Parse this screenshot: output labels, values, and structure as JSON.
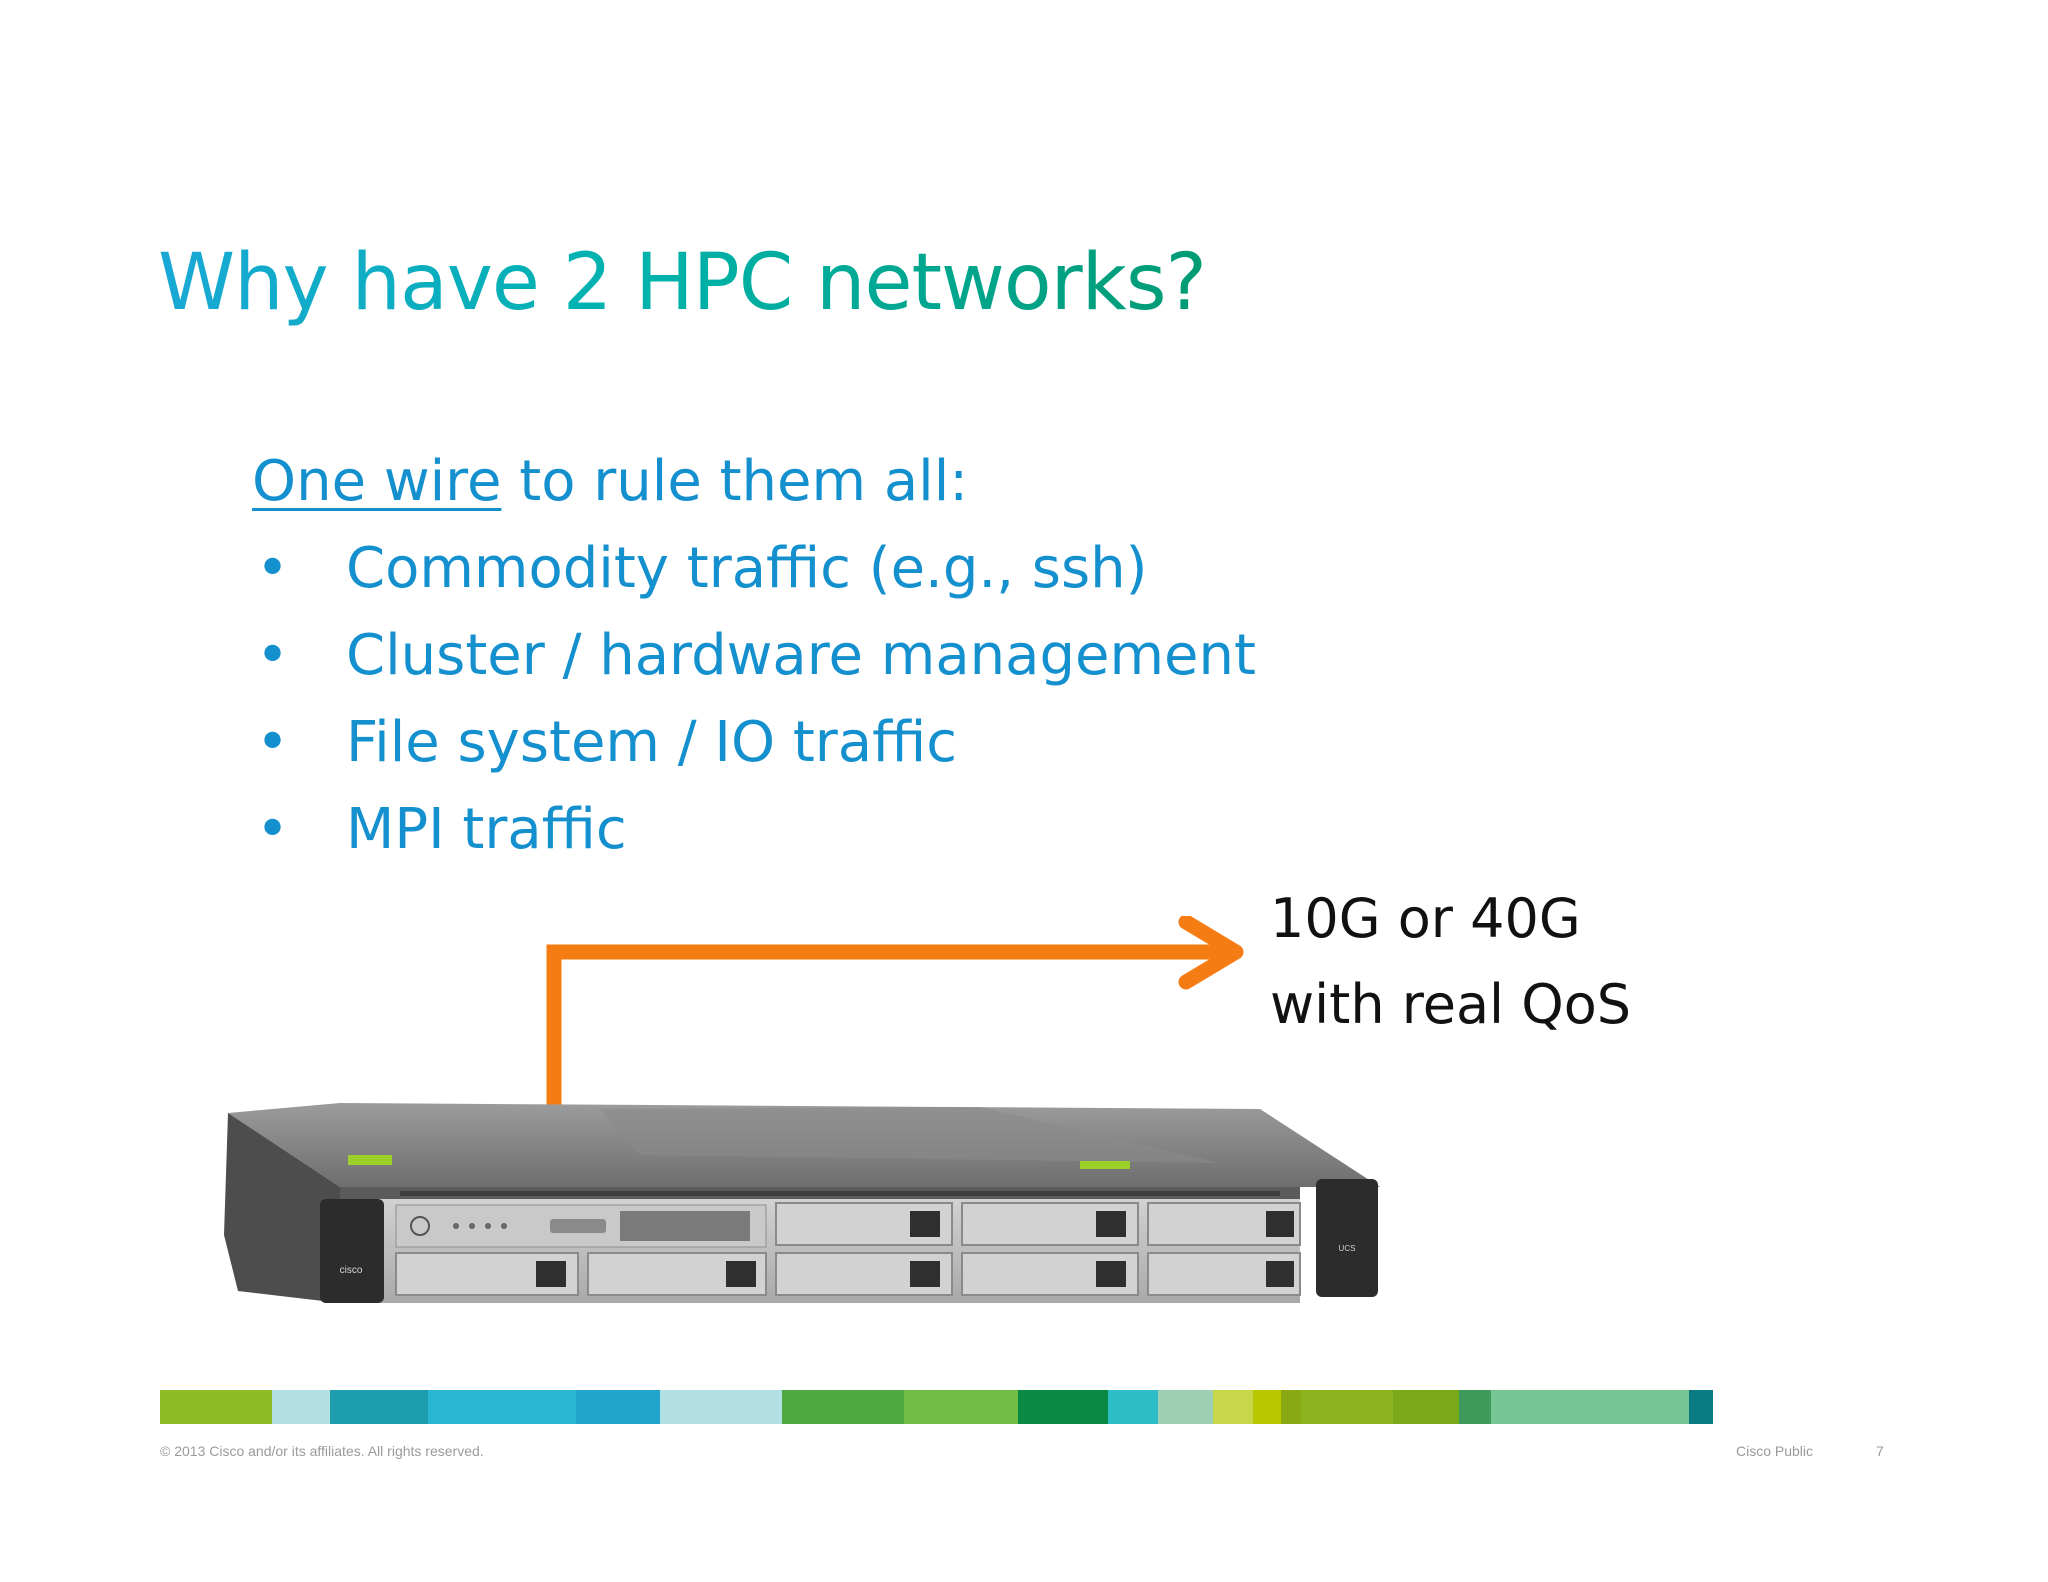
{
  "title": "Why have 2 HPC networks?",
  "lead": {
    "underlined": "One wire",
    "rest": " to rule them all:"
  },
  "bullets": [
    "Commodity traffic (e.g., ssh)",
    "Cluster / hardware management",
    "File system / IO traffic",
    "MPI traffic"
  ],
  "bullet_glyph": "•",
  "callout": {
    "line1": "10G or 40G",
    "line2": "with real QoS"
  },
  "server": {
    "brand": "cisco",
    "model": "UCS"
  },
  "footer": {
    "copyright": "© 2013 Cisco and/or its affiliates. All rights reserved.",
    "classification": "Cisco Public",
    "page_number": "7"
  },
  "colors": {
    "title_start": "#19a8d6",
    "title_end": "#009b74",
    "body_text": "#1590cf",
    "arrow": "#f47c12"
  },
  "colorbar": [
    "#8dbb25",
    "#b2e0e3",
    "#1e9dae",
    "#29b6d3",
    "#1fa4cc",
    "#b2e0e3",
    "#4da93f",
    "#72bd45",
    "#0a8a43",
    "#2ebec7",
    "#9fd0b5",
    "#c6d74a",
    "#b9c700",
    "#8aa814",
    "#8bb31e",
    "#7aaa1a",
    "#3e9b5c",
    "#76c694",
    "#087b83"
  ]
}
